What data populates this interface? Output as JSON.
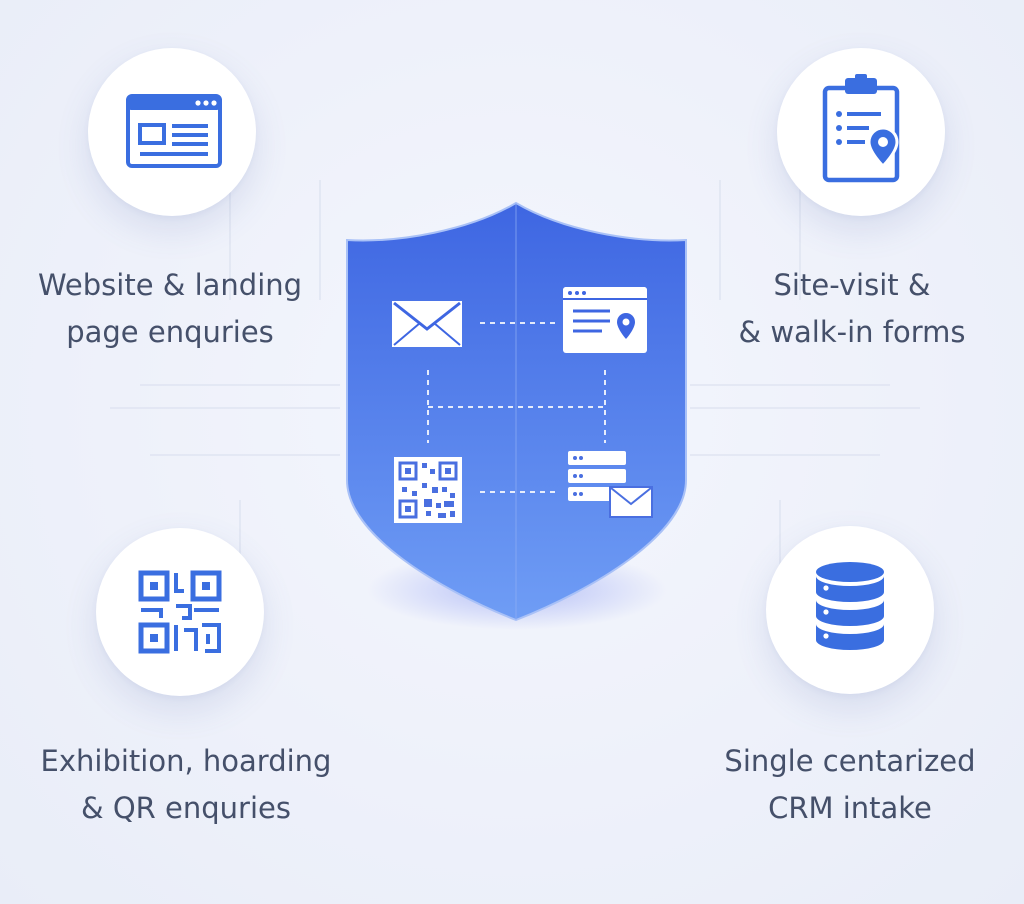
{
  "colors": {
    "accent": "#3a6ee0",
    "shield_top": "#3e66e2",
    "shield_bottom": "#6f9df5",
    "text": "#45506a"
  },
  "nodes": [
    {
      "id": "website",
      "icon": "browser-window-icon",
      "lines": [
        "Website & landing",
        "page enquries"
      ]
    },
    {
      "id": "site-visit",
      "icon": "clipboard-location-icon",
      "lines": [
        "Site-visit &",
        "& walk-in forms"
      ]
    },
    {
      "id": "exhibition",
      "icon": "qr-code-icon",
      "lines": [
        "Exhibition, hoarding",
        "& QR enquries"
      ]
    },
    {
      "id": "crm",
      "icon": "database-icon",
      "lines": [
        "Single centarized",
        "CRM intake"
      ]
    }
  ],
  "shield": {
    "icons": [
      "envelope-icon",
      "browser-location-icon",
      "qr-code-icon",
      "server-mail-icon"
    ]
  }
}
